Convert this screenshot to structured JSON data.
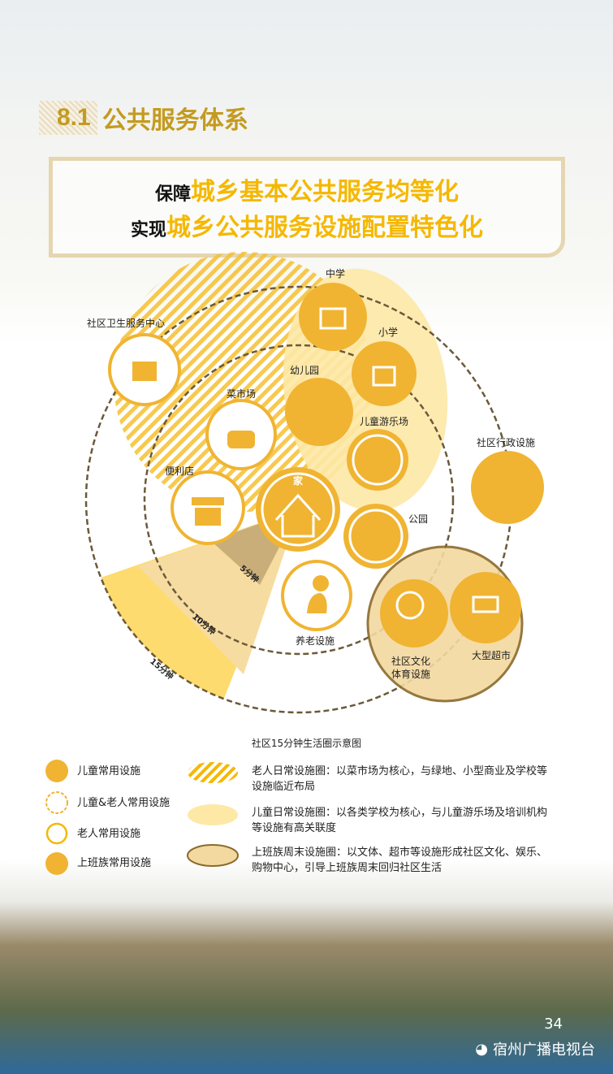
{
  "section": {
    "number": "8.1",
    "title": "公共服务体系"
  },
  "banner": {
    "line1_prefix": "保障",
    "line1_highlight": "城乡基本公共服务均等化",
    "line2_prefix": "实现",
    "line2_highlight": "城乡公共服务设施配置特色化"
  },
  "diagram": {
    "labels": {
      "middle_school": "中学",
      "primary_school": "小学",
      "kindergarten": "幼儿园",
      "playground": "儿童游乐场",
      "park": "公园",
      "home": "家",
      "market": "菜市场",
      "store": "便利店",
      "elderly": "养老设施",
      "clinic": "社区卫生服务中心",
      "admin": "社区行政设施",
      "culture_l1": "社区文化",
      "culture_l2": "体育设施",
      "supermarket": "大型超市"
    },
    "rings": {
      "r5": "5分钟",
      "r10": "10分钟",
      "r15": "15分钟"
    },
    "caption": "社区15分钟生活圈示意图"
  },
  "legend": {
    "icons": [
      "儿童常用设施",
      "儿童&老人常用设施",
      "老人常用设施",
      "上班族常用设施"
    ],
    "zones": [
      {
        "l1": "老人日常设施圈：以菜市场为核心，与绿地、小型商业及学校等",
        "l2": "设施临近布局"
      },
      {
        "l1": "儿童日常设施圈：以各类学校为核心，与儿童游乐场及培训机构",
        "l2": "等设施有高关联度"
      },
      {
        "l1": "上班族周末设施圈：以文体、超市等设施形成社区文化、娱乐、",
        "l2": "购物中心，引导上班族周末回归社区生活"
      }
    ]
  },
  "footer": {
    "page": "34",
    "watermark": "宿州广播电视台"
  },
  "colors": {
    "accent": "#f0b432",
    "gold": "#c49b20",
    "brown": "#8a6a2a"
  }
}
